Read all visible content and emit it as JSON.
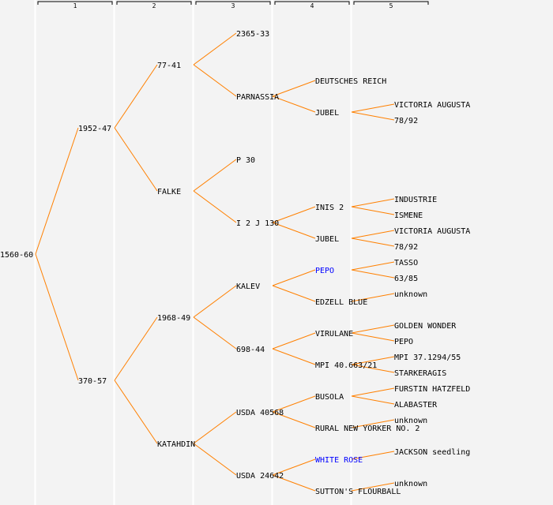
{
  "colors": {
    "background": "#f3f3f3",
    "line": "#ff8000",
    "text": "#000000",
    "highlight": "#0000ff",
    "column_divider": "#ffffff"
  },
  "generations": [
    "1",
    "2",
    "3",
    "4",
    "5"
  ],
  "tree": {
    "name": "1560-60",
    "children": [
      {
        "name": "1952-47",
        "children": [
          {
            "name": "77-41",
            "children": [
              {
                "name": "2365-33",
                "children": []
              },
              {
                "name": "PARNASSIA",
                "children": [
                  {
                    "name": "DEUTSCHES REICH",
                    "children": []
                  },
                  {
                    "name": "JUBEL",
                    "children": [
                      {
                        "name": "VICTORIA AUGUSTA"
                      },
                      {
                        "name": "78/92"
                      }
                    ]
                  }
                ]
              }
            ]
          },
          {
            "name": "FALKE",
            "children": [
              {
                "name": "P 30",
                "children": []
              },
              {
                "name": "I 2 J 130",
                "children": [
                  {
                    "name": "INIS 2",
                    "children": [
                      {
                        "name": "INDUSTRIE"
                      },
                      {
                        "name": "ISMENE"
                      }
                    ]
                  },
                  {
                    "name": "JUBEL",
                    "children": [
                      {
                        "name": "VICTORIA AUGUSTA"
                      },
                      {
                        "name": "78/92"
                      }
                    ]
                  }
                ]
              }
            ]
          }
        ]
      },
      {
        "name": "370-57",
        "children": [
          {
            "name": "1968-49",
            "children": [
              {
                "name": "KALEV",
                "children": [
                  {
                    "name": "PEPO",
                    "highlight": true,
                    "children": [
                      {
                        "name": "TASSO"
                      },
                      {
                        "name": "63/85"
                      }
                    ]
                  },
                  {
                    "name": "EDZELL BLUE",
                    "children": [
                      {
                        "name": "unknown"
                      }
                    ]
                  }
                ]
              },
              {
                "name": "698-44",
                "children": [
                  {
                    "name": "VIRULANE",
                    "children": [
                      {
                        "name": "GOLDEN WONDER"
                      },
                      {
                        "name": "PEPO"
                      }
                    ]
                  },
                  {
                    "name": "MPI 40.663/21",
                    "children": [
                      {
                        "name": "MPI 37.1294/55"
                      },
                      {
                        "name": "STARKERAGIS"
                      }
                    ]
                  }
                ]
              }
            ]
          },
          {
            "name": "KATAHDIN",
            "children": [
              {
                "name": "USDA 40568",
                "children": [
                  {
                    "name": "BUSOLA",
                    "children": [
                      {
                        "name": "FURSTIN HATZFELD"
                      },
                      {
                        "name": "ALABASTER"
                      }
                    ]
                  },
                  {
                    "name": "RURAL NEW YORKER NO. 2",
                    "children": [
                      {
                        "name": "unknown"
                      }
                    ]
                  }
                ]
              },
              {
                "name": "USDA 24642",
                "children": [
                  {
                    "name": "WHITE ROSE",
                    "highlight": true,
                    "children": [
                      {
                        "name": "JACKSON seedling"
                      }
                    ]
                  },
                  {
                    "name": "SUTTON'S FLOURBALL",
                    "children": [
                      {
                        "name": "unknown"
                      }
                    ]
                  }
                ]
              }
            ]
          }
        ]
      }
    ]
  }
}
